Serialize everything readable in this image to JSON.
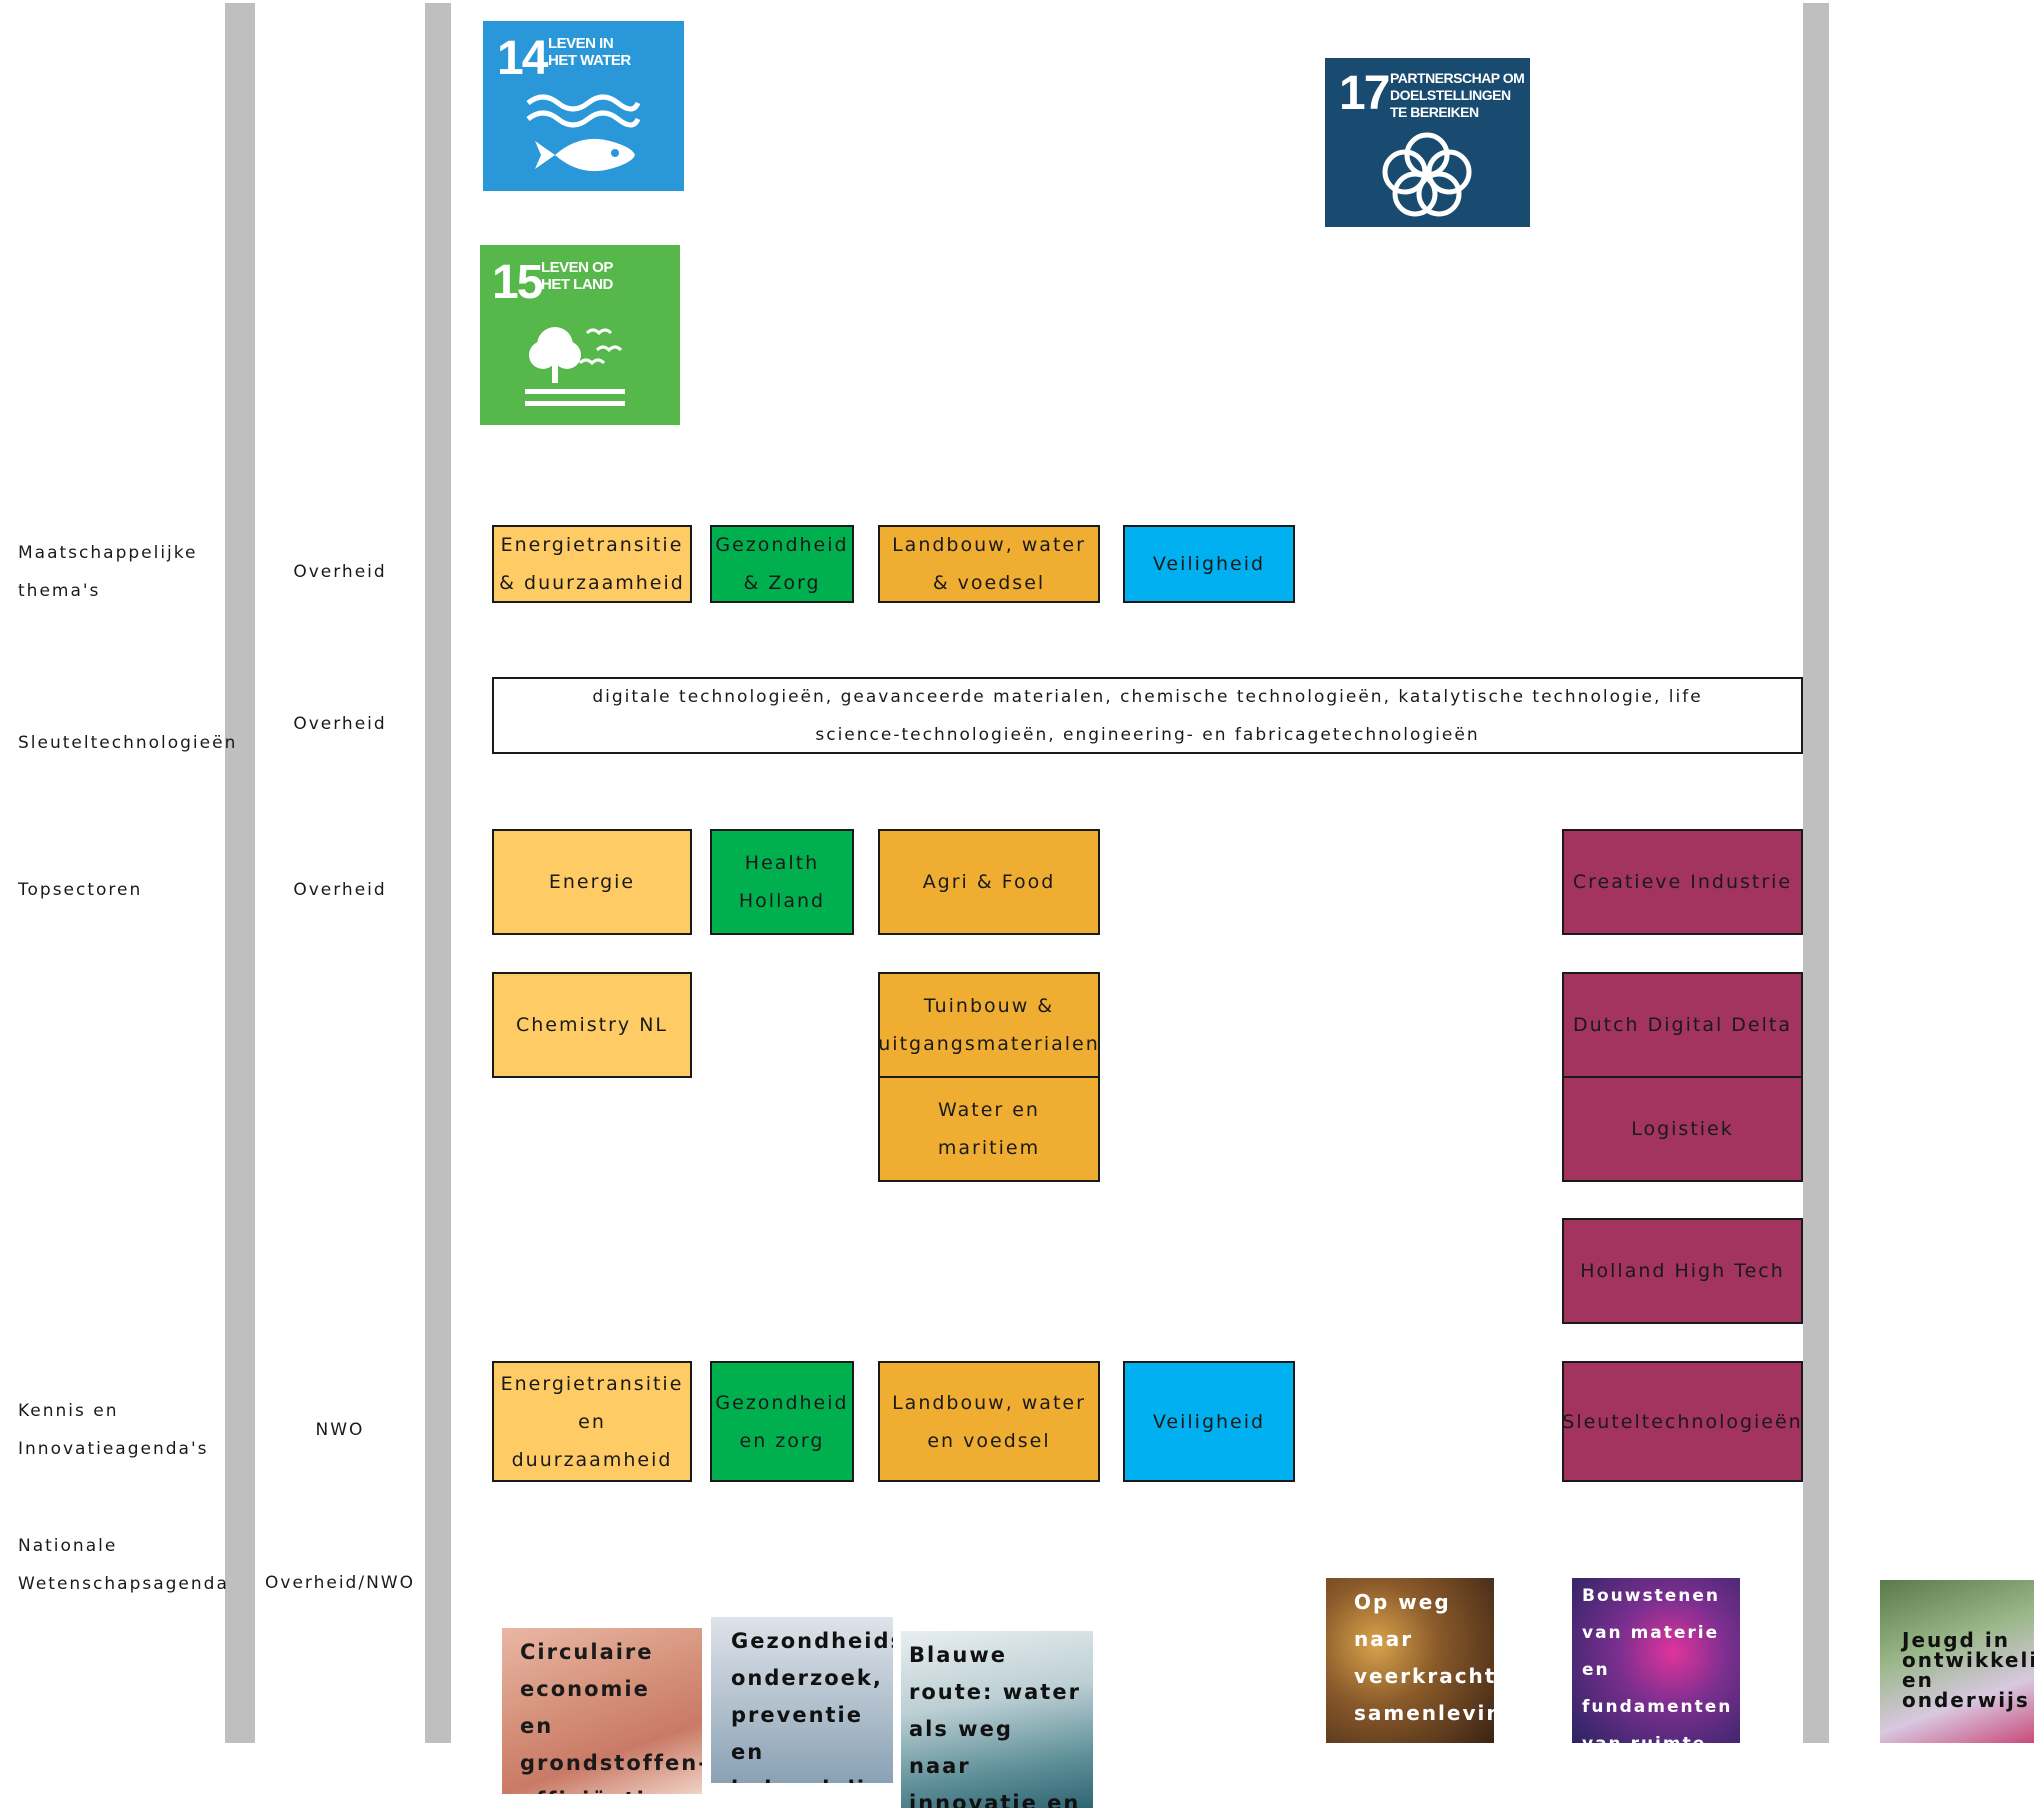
{
  "sdgs": [
    {
      "number": "14",
      "title": "LEVEN IN HET WATER",
      "color": "#2a98d8",
      "icon": "fish-icon"
    },
    {
      "number": "15",
      "title": "LEVEN OP HET LAND",
      "color": "#56b84b",
      "icon": "tree-icon"
    },
    {
      "number": "17",
      "title": "PARTNERSCHAP OM DOELSTELLINGEN TE BEREIKEN",
      "color": "#194a6f",
      "icon": "flower-rings-icon"
    }
  ],
  "rows": {
    "maatschappelijke_themas": {
      "label": "Maatschappelijke thema's",
      "owner": "Overheid"
    },
    "sleuteltechnologieen": {
      "label": "Sleuteltechnologieën",
      "owner": "Overheid"
    },
    "topsectoren": {
      "label": "Topsectoren",
      "owner": "Overheid"
    },
    "kia": {
      "label": "Kennis en Innovatieagenda's",
      "owner": "NWO"
    },
    "nwa": {
      "label": "Nationale Wetenschapsagenda",
      "owner": "Overheid/NWO"
    }
  },
  "themes": {
    "energie": "Energietransitie & duurzaamheid",
    "gezondheid": "Gezondheid & Zorg",
    "landbouw": "Landbouw, water & voedsel",
    "veiligheid": "Veiligheid"
  },
  "key_technologies": "digitale technologieën, geavanceerde materialen, chemische technologieën, katalytische technologie, life science-technologieën, engineering- en fabricagetechnologieën",
  "topsectors": {
    "energie": "Energie",
    "health_holland": "Health Holland",
    "agri_food": "Agri & Food",
    "creatieve_industrie": "Creatieve Industrie",
    "chemistry_nl": "Chemistry NL",
    "tuinbouw": "Tuinbouw & uitgangsmaterialen",
    "water_maritiem": "Water en maritiem",
    "dutch_digital_delta": "Dutch Digital Delta",
    "logistiek": "Logistiek",
    "holland_high_tech": "Holland High Tech"
  },
  "kia": {
    "energie": "Energietransitie en duurzaamheid",
    "gezondheid": "Gezondheid en zorg",
    "landbouw": "Landbouw, water en voedsel",
    "veiligheid": "Veiligheid",
    "sleuteltech": "Sleuteltechnologieën"
  },
  "nwa_routes": {
    "circulaire": "Circulaire economie en grondstoffen-efficiëntie",
    "gezondheid": "Gezondheids-onderzoek, preventie en behandeling",
    "blauwe": "Blauwe route: water als weg naar innovatie en duurzame groei",
    "veerkracht": "Op weg naar veerkrachtige samenleving",
    "bouwstenen": "Bouwstenen van materie en fundamenten van ruimte en tijd",
    "jeugd": "Jeugd in ontwikkeling en onderwijs"
  },
  "colors": {
    "energy_yellow": "#ffcb64",
    "health_green": "#00b04f",
    "agri_orange": "#efad32",
    "safety_blue": "#00b0f0",
    "tech_purple": "#a3335f",
    "bar_gray": "#bfbfbf"
  }
}
